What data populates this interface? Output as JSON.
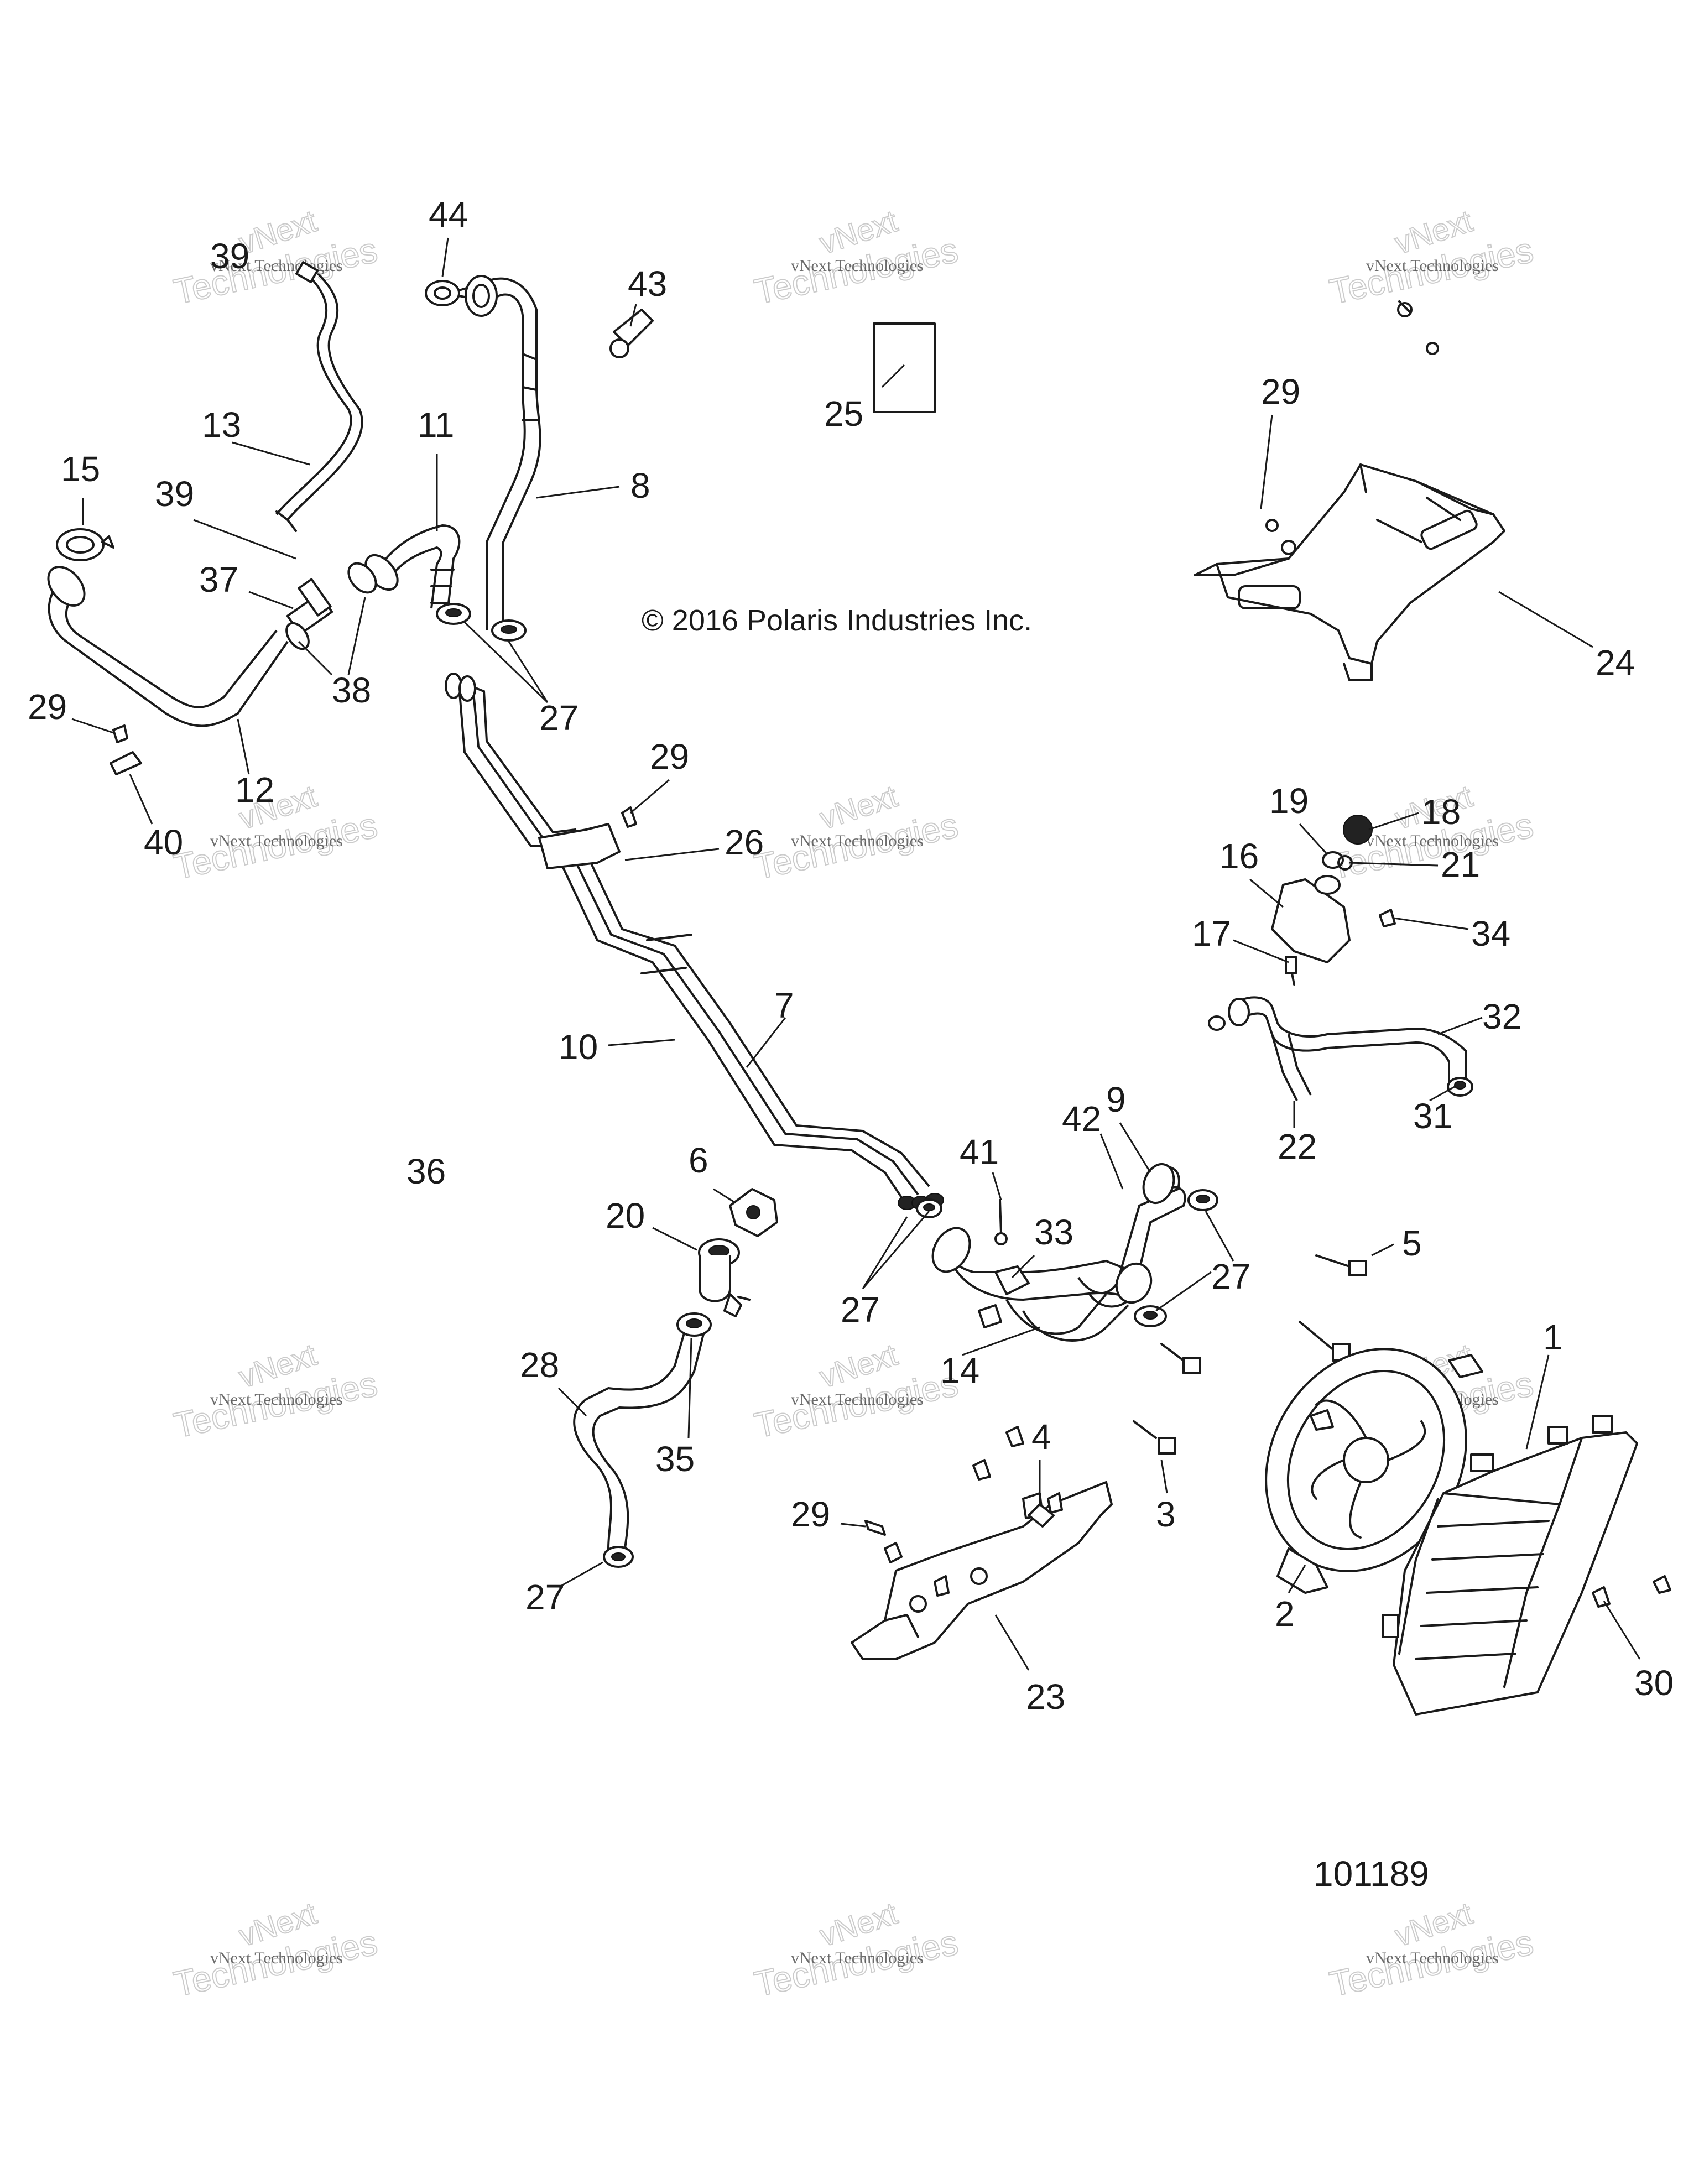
{
  "copyright": "© 2016 Polaris Industries Inc.",
  "figure_number": "101189",
  "watermark": {
    "brand": "vNext",
    "company": "vNext Technologies",
    "sub": "Technologies"
  },
  "callouts": [
    "1",
    "2",
    "3",
    "4",
    "5",
    "6",
    "7",
    "8",
    "9",
    "10",
    "11",
    "12",
    "13",
    "14",
    "15",
    "16",
    "17",
    "18",
    "19",
    "20",
    "21",
    "22",
    "23",
    "24",
    "25",
    "26",
    "27",
    "28",
    "29",
    "30",
    "31",
    "32",
    "33",
    "34",
    "35",
    "36",
    "37",
    "38",
    "39",
    "40",
    "41",
    "42",
    "43",
    "44"
  ]
}
